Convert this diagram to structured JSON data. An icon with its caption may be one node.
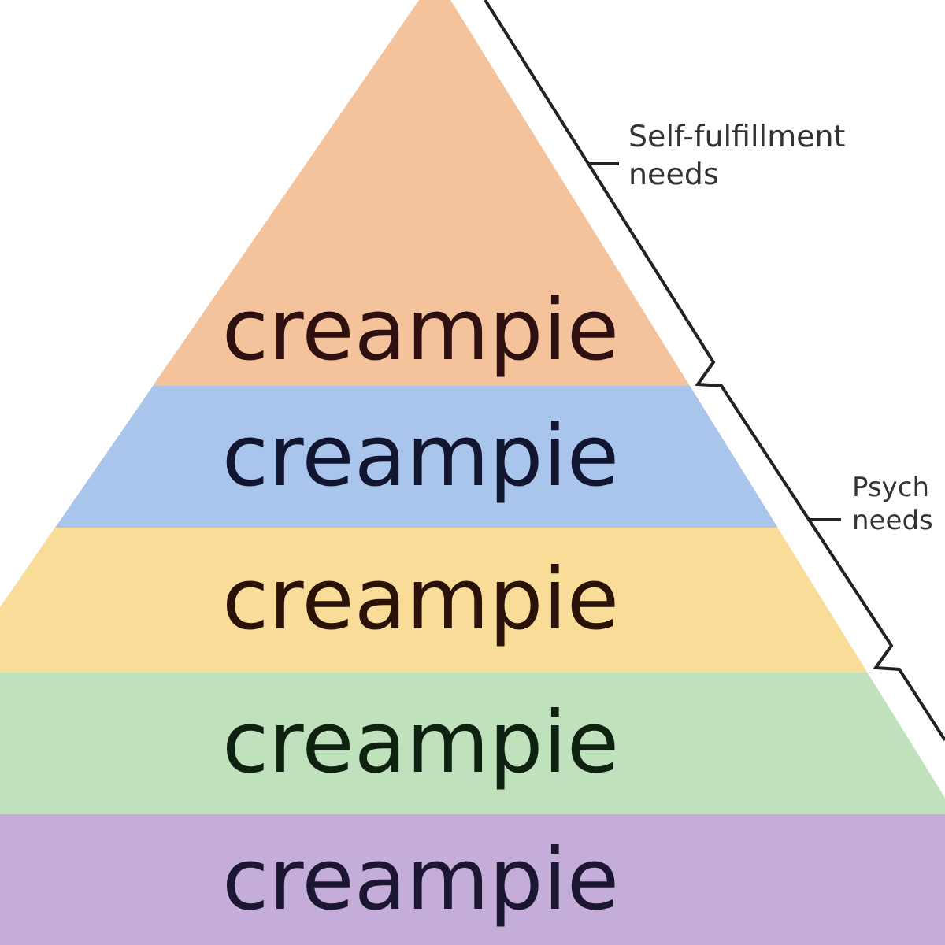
{
  "diagram": {
    "nodes": [
      {
        "text": [
          "creampie"
        ]
      },
      {
        "text": [
          "creampie"
        ]
      },
      {
        "text": [
          "creampie"
        ]
      },
      {
        "text": [
          "creampie"
        ]
      },
      {
        "text": [
          "creampie"
        ]
      }
    ],
    "labels": [
      "Self-fulfillment needs",
      "Psych needs"
    ]
  }
}
